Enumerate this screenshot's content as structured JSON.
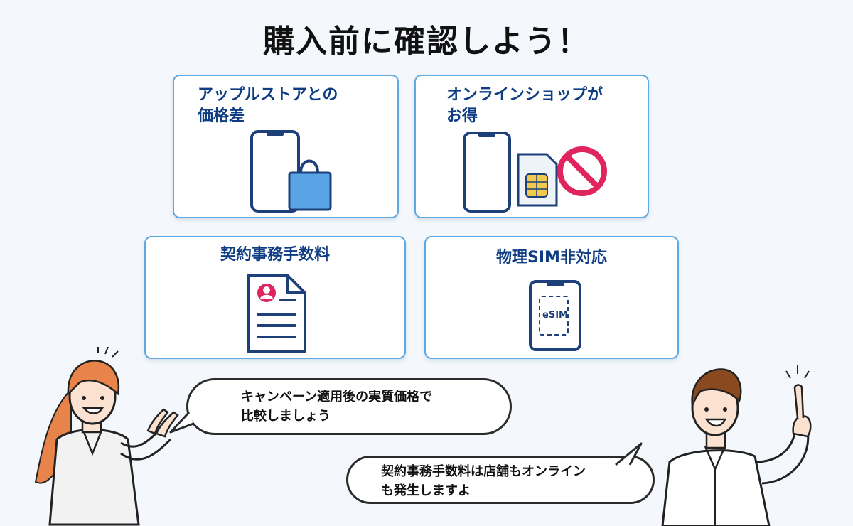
{
  "title": "購入前に確認しよう！",
  "cards": [
    {
      "line1": "アップルストアとの",
      "line2": "価格差",
      "icon": "phone-shopping-bag-icon"
    },
    {
      "line1": "オンラインショップが",
      "line2": "お得",
      "icon": "phone-sim-prohibited-icon"
    },
    {
      "line1": "契約事務手数料",
      "icon": "document-user-icon"
    },
    {
      "line1": "物理SIM非対応",
      "icon": "esim-phone-icon"
    }
  ],
  "esim_text": "eSIM",
  "bubbles": [
    {
      "line1": "キャンペーン適用後の実質価格で",
      "line2": "比較しましょう"
    },
    {
      "line1": "契約事務手数料は店舗もオンライン",
      "line2": "も発生しますよ"
    }
  ],
  "colors": {
    "card_border": "#5fa9e2",
    "label": "#0f3d84",
    "phone_outline": "#1d3f7a",
    "bag": "#5aa4e6",
    "prohibit": "#e0245e",
    "sim_chip": "#f2c94c",
    "woman_hair": "#e8834a",
    "man_hair": "#8a4a1f"
  }
}
